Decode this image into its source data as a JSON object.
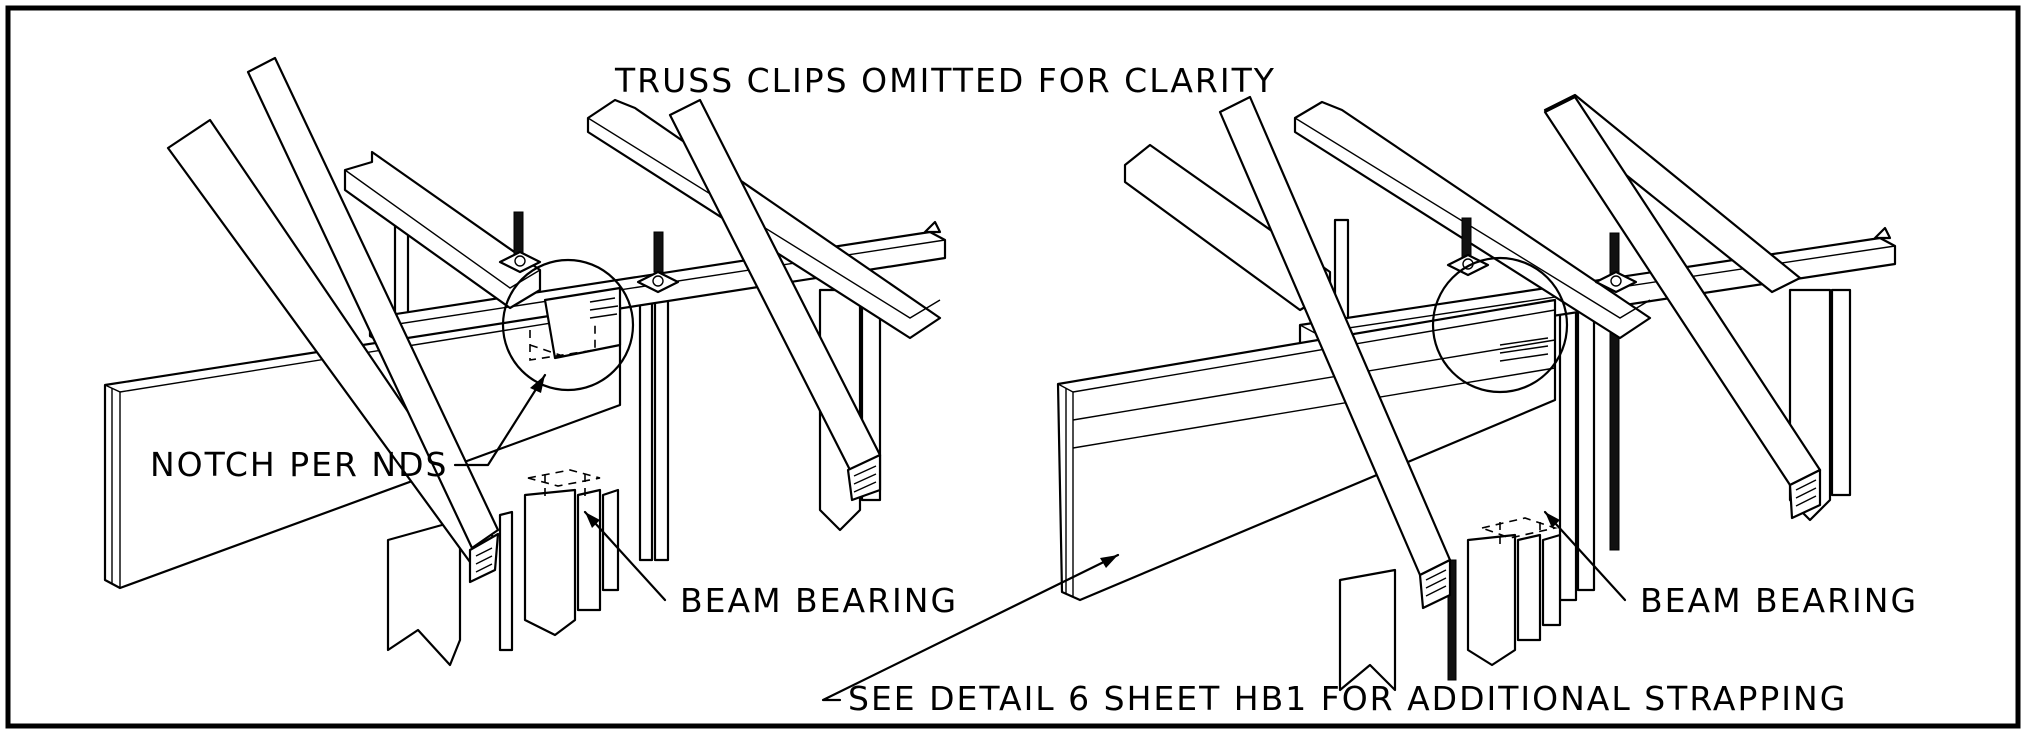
{
  "labels": {
    "truss_clips": "TRUSS CLIPS OMITTED FOR CLARITY",
    "notch": "NOTCH PER NDS",
    "beam_bearing_left": "BEAM BEARING",
    "beam_bearing_right": "BEAM BEARING",
    "see_detail": "SEE DETAIL 6 SHEET HB1 FOR ADDITIONAL STRAPPING"
  },
  "colors": {
    "ink": "#000000",
    "paper": "#ffffff"
  }
}
